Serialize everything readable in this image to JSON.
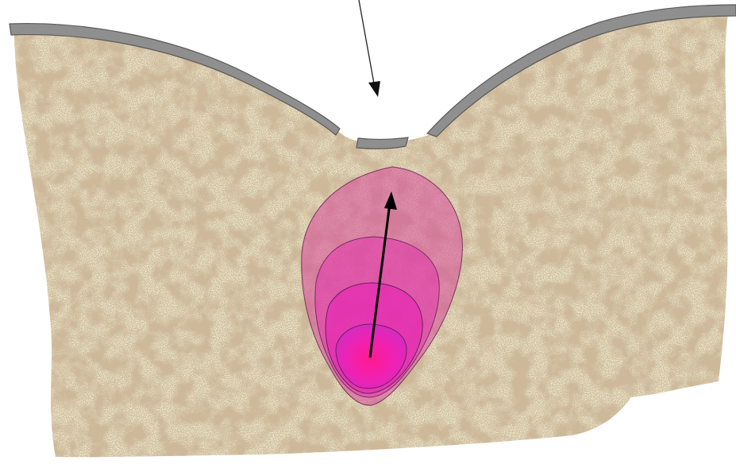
{
  "diagram": {
    "colors": {
      "soil_base": "#cdbb92",
      "soil_light": "#e9dfbf",
      "soil_dark": "#9c7a52",
      "surface_crust": "#8f8f8f",
      "crust_outline": "#5a5a5a",
      "plume_outer": "#c8508a",
      "plume_middle": "#e040a8",
      "plume_inner": "#e81fb6",
      "plume_core": "#ff1aa0",
      "arrow": "#000000"
    },
    "elements": {
      "soil_body": "soil",
      "surface_crust": "crust",
      "broken_crust_fragment": "crust-fragment",
      "incoming_arrow": "arrow",
      "growth_plume": "plume",
      "upward_arrow": "arrow"
    }
  }
}
